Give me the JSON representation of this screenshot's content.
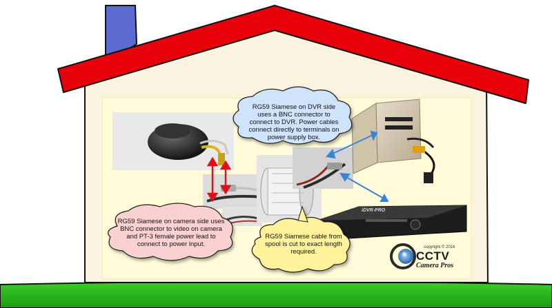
{
  "bubbles": {
    "dvr_side": "RG59 Siamese on DVR side uses a BNC connector to connect to DVR. Power cables connect directly to terminals on power supply box.",
    "camera_side": "RG59 Siamese on camera side uses BNC connector to video on camera and PT-3 female power lead to connect to power input.",
    "spool": "RG59 Siamese cable from spool is cut to exact length required."
  },
  "dvr_brand": "iDVR-PRO",
  "logo": {
    "copyright": "copyright © 2016",
    "line1": "CCTV",
    "line2": "Camera Pros"
  },
  "colors": {
    "roof": "#e8000a",
    "chimney": "#5b6bd0",
    "wall": "#fbf3df",
    "panel": "#fffbd8",
    "grass": "#2db81f",
    "bubble_blue": "#cfe3fb",
    "bubble_red": "#fbd0d0",
    "bubble_yellow": "#fff29a",
    "arrow_red": "#e0101a",
    "arrow_blue": "#3a84d8"
  }
}
